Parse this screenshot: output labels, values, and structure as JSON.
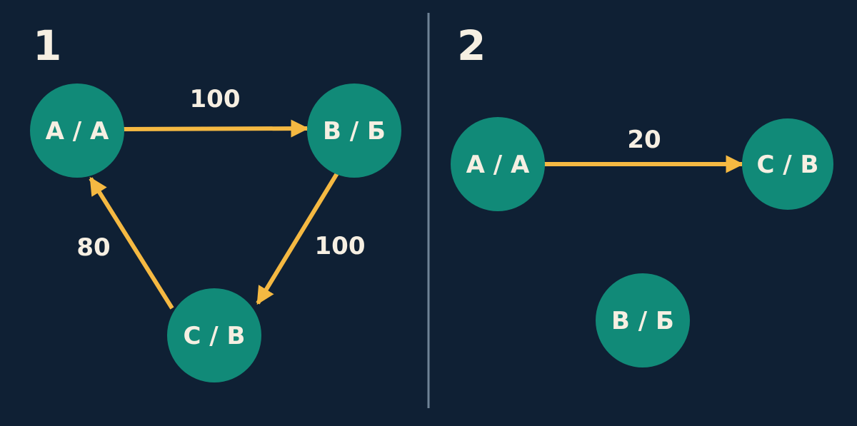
{
  "colors": {
    "background": "#0f2034",
    "node_fill": "#118a78",
    "edge": "#f5b942",
    "text": "#f6efe2",
    "divider": "#6f8396"
  },
  "panels": [
    {
      "number": "1",
      "nodes": [
        {
          "id": "a",
          "label": "A / A"
        },
        {
          "id": "b",
          "label": "B / Б"
        },
        {
          "id": "c",
          "label": "C / B"
        }
      ],
      "edges": [
        {
          "from": "a",
          "to": "b",
          "label": "100"
        },
        {
          "from": "b",
          "to": "c",
          "label": "100"
        },
        {
          "from": "c",
          "to": "a",
          "label": "80"
        }
      ]
    },
    {
      "number": "2",
      "nodes": [
        {
          "id": "a",
          "label": "A / A"
        },
        {
          "id": "c",
          "label": "C / B"
        },
        {
          "id": "b",
          "label": "B / Б"
        }
      ],
      "edges": [
        {
          "from": "a",
          "to": "c",
          "label": "20"
        }
      ]
    }
  ]
}
